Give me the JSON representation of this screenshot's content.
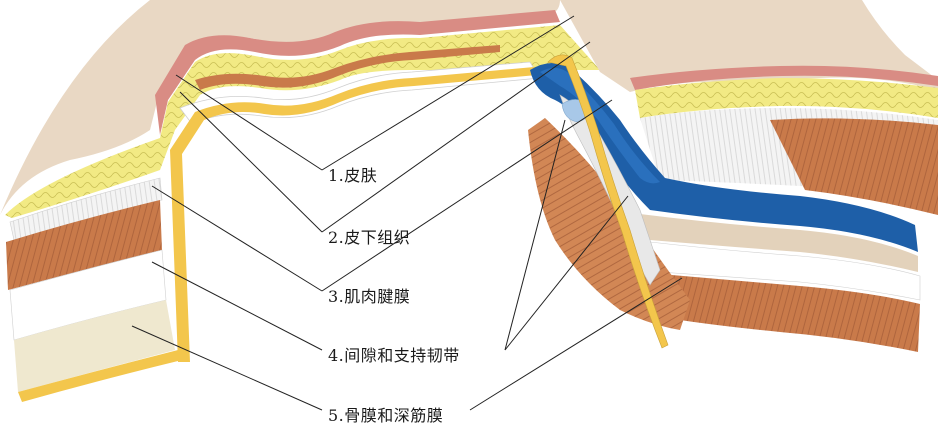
{
  "labels": [
    {
      "id": "skin",
      "text": "1.皮肤"
    },
    {
      "id": "subcutaneous",
      "text": "2.皮下组织"
    },
    {
      "id": "galea",
      "text": "3.肌肉腱膜"
    },
    {
      "id": "loose-areolar",
      "text": "4.间隙和支持韧带"
    },
    {
      "id": "periosteum",
      "text": "5.骨膜和深筋膜"
    }
  ],
  "colors": {
    "skin": "#e9d8c4",
    "skin_edge": "#d98c84",
    "fat": "#f2ea84",
    "fascia": "#ffffff",
    "fascia_line": "#cfcfcf",
    "muscle": "#c97a4a",
    "muscle_dark": "#9a5530",
    "bone": "#efe8cf",
    "periosteum": "#f3c64c",
    "blue": "#1e5fa8",
    "leader": "#222222"
  }
}
